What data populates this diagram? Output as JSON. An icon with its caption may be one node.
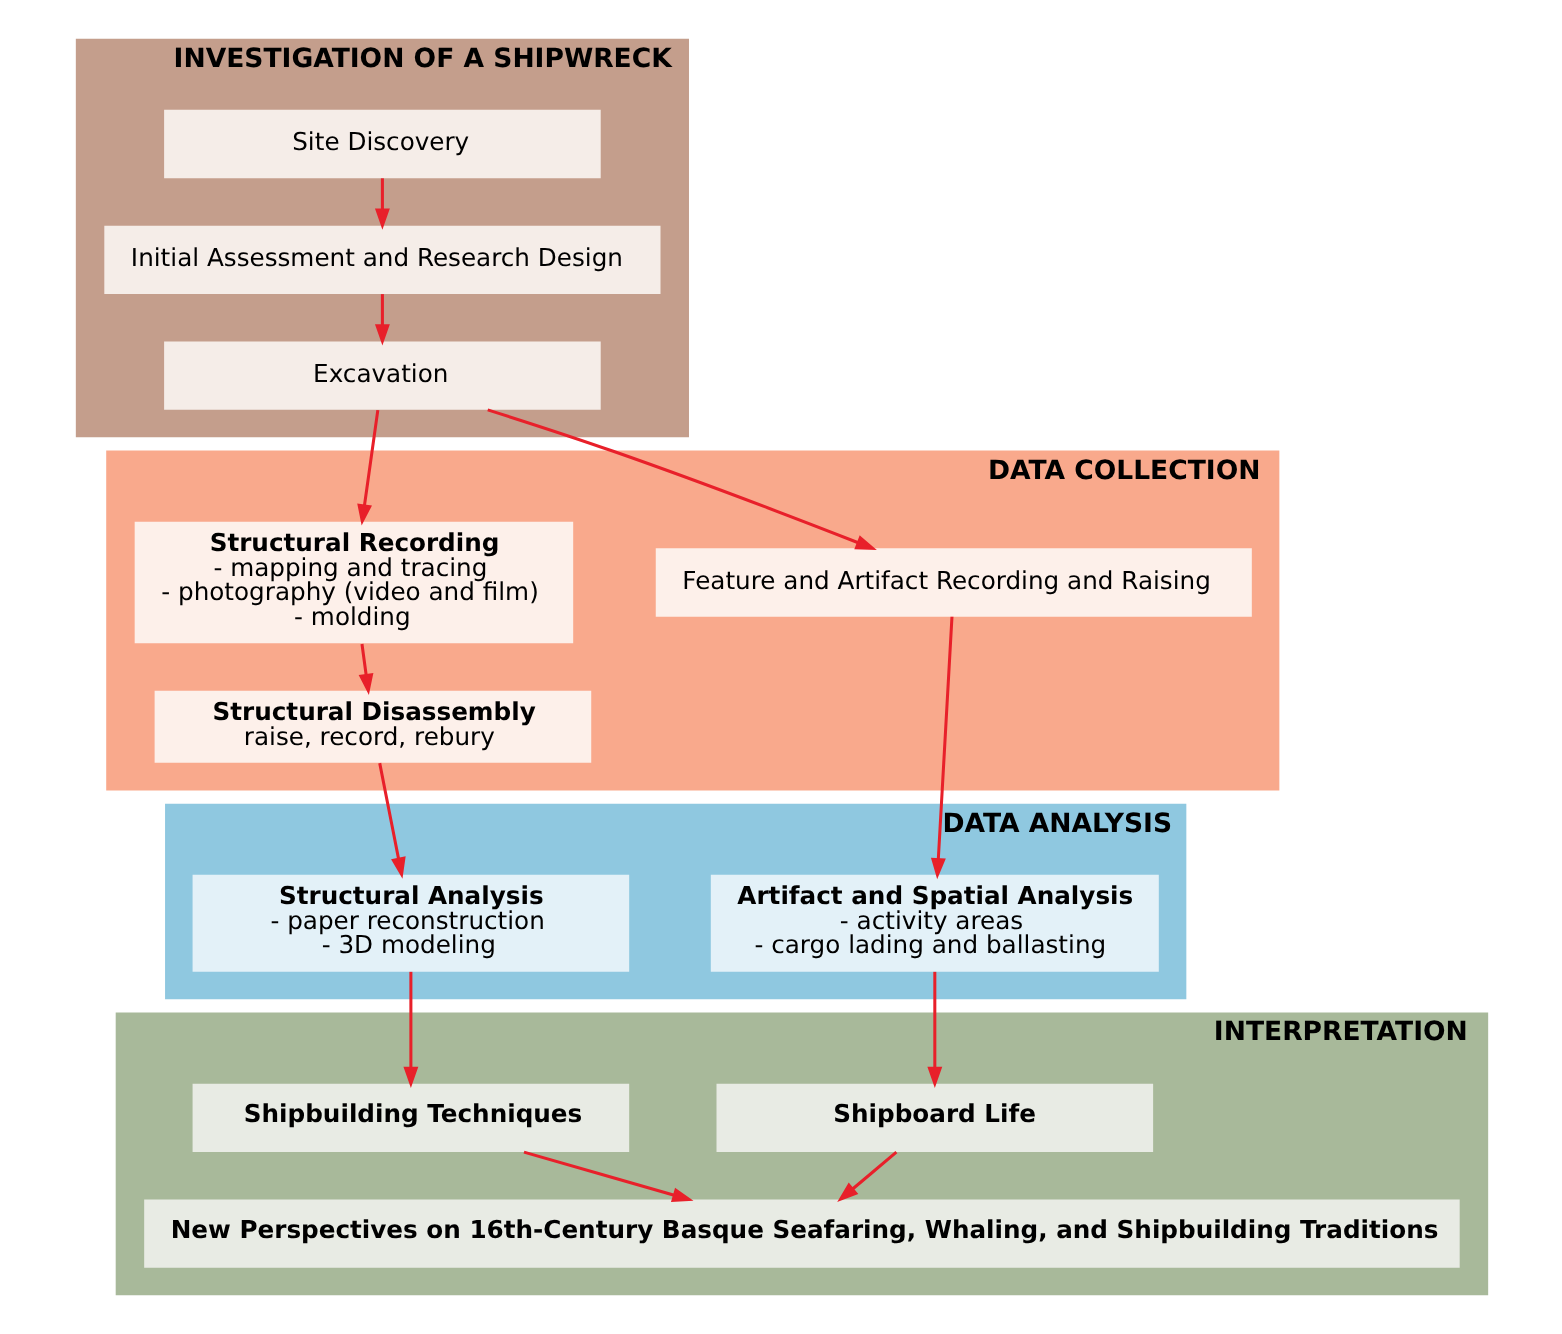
{
  "diagram": {
    "nodes": [
      {
        "text": [
          "INVESTIGATION OF A SHIPWRECK"
        ]
      },
      {
        "text": [
          "Site Discovery"
        ],
        "in": 0
      },
      {
        "text": [
          "Initial Assessment and Research Design"
        ],
        "in": 0
      },
      {
        "text": [
          "Excavation"
        ],
        "in": 0
      },
      {
        "text": [
          "DATA COLLECTION"
        ]
      },
      {
        "text": [
          "Feature and Artifact Recording and Raising"
        ],
        "in": 4
      },
      {
        "text": [
          "Structural Recording",
          "- mapping and tracing",
          "- photography (video and film)",
          "- molding"
        ],
        "in": 4
      },
      {
        "text": [
          "Structural Disassembly",
          "raise, record, rebury"
        ],
        "in": 4
      },
      {
        "text": [
          "DATA ANALYSIS"
        ]
      },
      {
        "text": [
          "Artifact and Spatial Analysis",
          "- activity areas",
          "- cargo lading and ballasting"
        ],
        "in": 8
      },
      {
        "text": [
          "Structural Analysis",
          "- paper reconstruction",
          "- 3D modeling"
        ],
        "in": 8
      },
      {
        "text": [
          "INTERPRETATION"
        ]
      },
      {
        "text": [
          "Shipboard Life"
        ],
        "in": 11
      },
      {
        "text": [
          "Shipbuilding Techniques"
        ],
        "in": 11
      },
      {
        "text": [
          "New Perspectives on 16th-Century Basque Seafaring, Whaling, and Shipbuilding Traditions"
        ],
        "in": 11
      }
    ],
    "edges": [
      {
        "from": 1,
        "to": 2,
        "arrow": "to"
      },
      {
        "from": 2,
        "to": 3,
        "arrow": "to"
      },
      {
        "from": 3,
        "to": 5,
        "arrow": "to"
      },
      {
        "from": 3,
        "to": 6,
        "arrow": "to"
      },
      {
        "from": 6,
        "to": 7,
        "arrow": "to"
      },
      {
        "from": 5,
        "to": 9,
        "arrow": "to"
      },
      {
        "from": 7,
        "to": 10,
        "arrow": "to"
      },
      {
        "from": 9,
        "to": 12,
        "arrow": "to"
      },
      {
        "from": 10,
        "to": 13,
        "arrow": "to"
      },
      {
        "from": 12,
        "to": 14,
        "arrow": "to"
      },
      {
        "from": 13,
        "to": 14,
        "arrow": "to"
      }
    ]
  }
}
